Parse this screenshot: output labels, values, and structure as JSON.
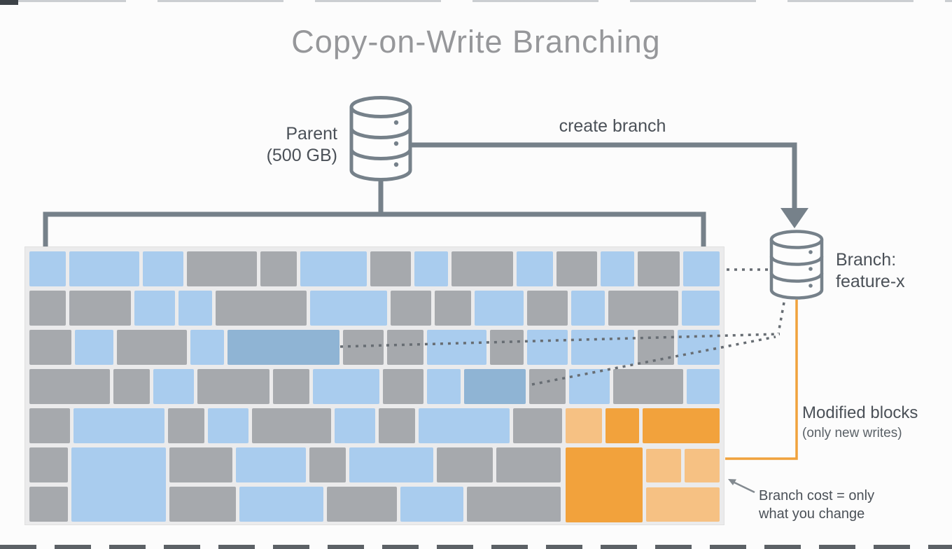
{
  "title": "Copy-on-Write Branching",
  "parent_db": {
    "name": "Parent",
    "size": "(500 GB)"
  },
  "create_branch_label": "create branch",
  "branch_db": {
    "name": "Branch:",
    "id": "feature-x"
  },
  "modified_blocks": {
    "title": "Modified blocks",
    "subtitle": "(only new writes)"
  },
  "cost_note": {
    "line1": "Branch cost = only",
    "line2": "what you change"
  },
  "colors": {
    "blue": "#a9ccee",
    "blue_dark": "#8fb4d4",
    "gray": "#a6a9ad",
    "orange": "#f2a23c",
    "orange_light": "#f6c183",
    "connector": "#76818a",
    "dotted": "#676d73",
    "orange_line": "#f0a23c",
    "grid_bg": "#ebebec"
  },
  "blocks": [
    [
      6,
      6,
      52,
      50,
      "blue"
    ],
    [
      63,
      6,
      100,
      50,
      "blue"
    ],
    [
      168,
      6,
      58,
      50,
      "blue"
    ],
    [
      231,
      6,
      100,
      50,
      "gray"
    ],
    [
      336,
      6,
      52,
      50,
      "gray"
    ],
    [
      393,
      6,
      95,
      50,
      "blue"
    ],
    [
      493,
      6,
      58,
      50,
      "gray"
    ],
    [
      556,
      6,
      48,
      50,
      "blue"
    ],
    [
      609,
      6,
      88,
      50,
      "gray"
    ],
    [
      702,
      6,
      52,
      50,
      "blue"
    ],
    [
      759,
      6,
      58,
      50,
      "gray"
    ],
    [
      822,
      6,
      48,
      50,
      "blue"
    ],
    [
      875,
      6,
      60,
      50,
      "gray"
    ],
    [
      940,
      6,
      52,
      50,
      "blue"
    ],
    [
      6,
      62,
      52,
      50,
      "gray"
    ],
    [
      63,
      62,
      88,
      50,
      "gray"
    ],
    [
      156,
      62,
      58,
      50,
      "blue"
    ],
    [
      219,
      62,
      48,
      50,
      "blue"
    ],
    [
      272,
      62,
      130,
      50,
      "gray"
    ],
    [
      407,
      62,
      110,
      50,
      "blue"
    ],
    [
      522,
      62,
      58,
      50,
      "gray"
    ],
    [
      585,
      62,
      52,
      50,
      "gray"
    ],
    [
      642,
      62,
      70,
      50,
      "blue"
    ],
    [
      717,
      62,
      58,
      50,
      "gray"
    ],
    [
      780,
      62,
      48,
      50,
      "blue"
    ],
    [
      833,
      62,
      100,
      50,
      "gray"
    ],
    [
      938,
      62,
      54,
      50,
      "blue"
    ],
    [
      6,
      118,
      60,
      50,
      "gray"
    ],
    [
      71,
      118,
      55,
      50,
      "blue"
    ],
    [
      131,
      118,
      100,
      50,
      "gray"
    ],
    [
      236,
      118,
      48,
      50,
      "blue"
    ],
    [
      289,
      118,
      160,
      50,
      "blue_dark"
    ],
    [
      454,
      118,
      58,
      50,
      "gray"
    ],
    [
      517,
      118,
      52,
      50,
      "gray"
    ],
    [
      574,
      118,
      85,
      50,
      "blue"
    ],
    [
      664,
      118,
      48,
      50,
      "gray"
    ],
    [
      717,
      118,
      58,
      50,
      "blue"
    ],
    [
      780,
      118,
      90,
      50,
      "blue"
    ],
    [
      875,
      118,
      52,
      50,
      "gray"
    ],
    [
      932,
      118,
      60,
      50,
      "blue"
    ],
    [
      6,
      174,
      115,
      50,
      "gray"
    ],
    [
      126,
      174,
      52,
      50,
      "gray"
    ],
    [
      183,
      174,
      58,
      50,
      "blue"
    ],
    [
      246,
      174,
      103,
      50,
      "gray"
    ],
    [
      354,
      174,
      52,
      50,
      "gray"
    ],
    [
      411,
      174,
      95,
      50,
      "blue"
    ],
    [
      511,
      174,
      58,
      50,
      "gray"
    ],
    [
      574,
      174,
      48,
      50,
      "blue"
    ],
    [
      627,
      174,
      88,
      50,
      "blue_dark"
    ],
    [
      720,
      174,
      52,
      50,
      "gray"
    ],
    [
      777,
      174,
      58,
      50,
      "blue"
    ],
    [
      840,
      174,
      100,
      50,
      "gray"
    ],
    [
      945,
      174,
      47,
      50,
      "blue"
    ],
    [
      6,
      230,
      58,
      50,
      "gray"
    ],
    [
      69,
      230,
      130,
      50,
      "blue"
    ],
    [
      204,
      230,
      52,
      50,
      "gray"
    ],
    [
      261,
      230,
      58,
      50,
      "blue"
    ],
    [
      324,
      230,
      113,
      50,
      "gray"
    ],
    [
      442,
      230,
      58,
      50,
      "blue"
    ],
    [
      505,
      230,
      52,
      50,
      "gray"
    ],
    [
      562,
      230,
      130,
      50,
      "blue"
    ],
    [
      697,
      230,
      70,
      50,
      "gray"
    ],
    [
      772,
      230,
      52,
      50,
      "orange_light"
    ],
    [
      829,
      230,
      48,
      50,
      "orange"
    ],
    [
      882,
      230,
      110,
      50,
      "orange"
    ],
    [
      6,
      286,
      55,
      50,
      "gray"
    ],
    [
      66,
      286,
      135,
      106,
      "blue"
    ],
    [
      206,
      286,
      90,
      50,
      "gray"
    ],
    [
      301,
      286,
      100,
      50,
      "blue"
    ],
    [
      406,
      286,
      52,
      50,
      "gray"
    ],
    [
      463,
      286,
      120,
      50,
      "blue"
    ],
    [
      588,
      286,
      80,
      50,
      "gray"
    ],
    [
      673,
      286,
      92,
      50,
      "gray"
    ],
    [
      772,
      286,
      110,
      107,
      "orange"
    ],
    [
      887,
      288,
      50,
      48,
      "orange_light"
    ],
    [
      942,
      288,
      50,
      48,
      "orange_light"
    ],
    [
      6,
      342,
      55,
      50,
      "gray"
    ],
    [
      206,
      342,
      95,
      50,
      "gray"
    ],
    [
      306,
      342,
      120,
      50,
      "blue"
    ],
    [
      431,
      342,
      100,
      50,
      "gray"
    ],
    [
      536,
      342,
      90,
      50,
      "blue"
    ],
    [
      631,
      342,
      134,
      50,
      "gray"
    ],
    [
      887,
      343,
      105,
      49,
      "orange_light"
    ]
  ]
}
